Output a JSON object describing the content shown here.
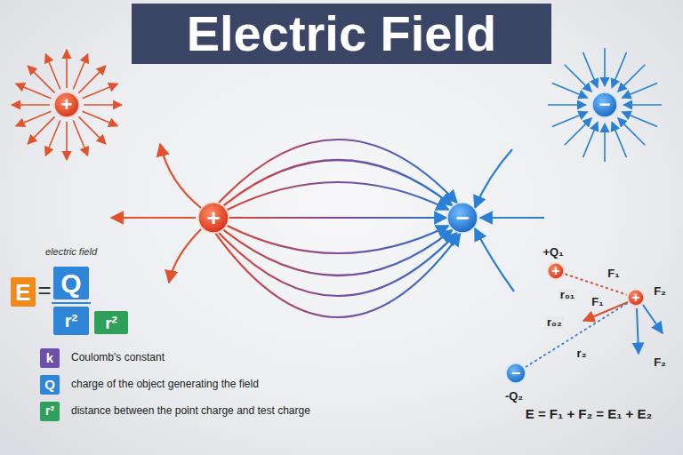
{
  "diagram": {
    "title": "Electric Field",
    "nodes": [
      {
        "text": [
          "+"
        ]
      },
      {
        "text": [
          "−"
        ]
      },
      {
        "text": [
          "+"
        ]
      },
      {
        "text": [
          "−"
        ]
      },
      {
        "text": [
          "+"
        ]
      },
      {
        "text": [
          "E"
        ]
      },
      {
        "text": [
          "Q"
        ]
      },
      {
        "text": [
          "r²"
        ]
      },
      {
        "text": [
          "r²"
        ]
      },
      {
        "text": [
          "+"
        ]
      },
      {
        "text": [
          "−"
        ]
      }
    ],
    "edges": [
      {
        "from": 2,
        "to": 3,
        "arrow": "to"
      },
      {
        "from": 2,
        "to": 3,
        "arrow": "to"
      },
      {
        "from": 2,
        "to": 3,
        "arrow": "to"
      },
      {
        "from": 2,
        "to": 3,
        "arrow": "to"
      },
      {
        "from": 2,
        "to": 3,
        "arrow": "to"
      },
      {
        "from": 2,
        "to": 3,
        "arrow": "to"
      },
      {
        "from": 2,
        "to": 3,
        "arrow": "to"
      },
      {
        "from": 2,
        "to": 3,
        "arrow": "to"
      },
      {
        "from": 4,
        "to": 9,
        "label": "r₀₁",
        "arrow": "none"
      },
      {
        "from": 10,
        "to": 9,
        "label": "r₀₂",
        "arrow": "none"
      }
    ],
    "labels": [
      "electric field",
      "=",
      "k",
      "Q",
      "r²",
      "+Q₁",
      "F₁",
      "F₁",
      "F₂",
      "r₂",
      "F₂",
      "-Q₂",
      "E = F₁ + F₂ = E₁ + E₂"
    ],
    "legend": [
      {
        "text": "Coulomb's constant",
        "color": "#6b4fa8"
      },
      {
        "text": "charge of the object generating the field",
        "color": "#2f86d8"
      },
      {
        "text": "distance between the point charge and test charge",
        "color": "#2fa05a"
      }
    ]
  }
}
